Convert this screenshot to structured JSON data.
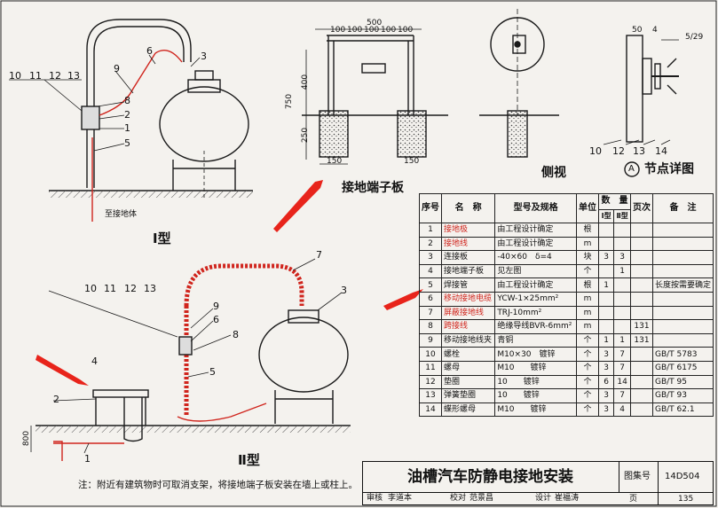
{
  "drawing": {
    "title": "油槽汽车防静电接地安装",
    "atlas_label": "图集号",
    "atlas_no": "14D504",
    "page_label": "页",
    "page_no": "135",
    "note": "注：附近有建筑物时可取消支架，将接地端子板安装在墙上或柱上。",
    "signatures": [
      "审核",
      "李道本",
      "",
      "校对",
      "范景昌",
      "",
      "设计",
      "崔福涛",
      ""
    ]
  },
  "labels": {
    "type1": "Ⅰ型",
    "type2": "Ⅱ型",
    "terminal_plate": "接地端子板",
    "side_view": "侧视",
    "detail_circle": "A",
    "detail": "节点详图",
    "main_ground": "至接地体",
    "dim_500": "500",
    "dim_100s": [
      "100",
      "100",
      "100",
      "100",
      "100"
    ],
    "dim_750": "750",
    "dim_400": "400",
    "dim_250": "250",
    "dim_150a": "150",
    "dim_150b": "150",
    "dim_800": "800",
    "dim_50_4": "50",
    "dim_4": "4",
    "ref_5_29": "5/29",
    "detail_nums": [
      "10",
      "12",
      "13",
      "14"
    ],
    "top_nums_1": [
      "10",
      "11",
      "12",
      "13"
    ],
    "top_nums_2": [
      "10",
      "11",
      "12",
      "13"
    ],
    "callouts_1": [
      "9",
      "6",
      "3",
      "8",
      "2",
      "1",
      "5"
    ],
    "callouts_2": [
      "7",
      "3",
      "9",
      "6",
      "8",
      "5",
      "4",
      "2",
      "1"
    ]
  },
  "table": {
    "headers": {
      "no": "序号",
      "name": "名　称",
      "spec": "型号及规格",
      "unit": "单位",
      "qty": "数　量",
      "qty1": "Ⅰ型",
      "qty2": "Ⅱ型",
      "page": "页次",
      "remark": "备　注"
    },
    "rows": [
      {
        "no": "1",
        "name": "接地极",
        "red": true,
        "spec": "由工程设计确定",
        "unit": "根",
        "q1": "",
        "q2": "",
        "page": "",
        "remark": ""
      },
      {
        "no": "2",
        "name": "接地线",
        "red": true,
        "spec": "由工程设计确定",
        "unit": "m",
        "q1": "",
        "q2": "",
        "page": "",
        "remark": ""
      },
      {
        "no": "3",
        "name": "连接板",
        "red": false,
        "spec": "-40×60　δ=4",
        "unit": "块",
        "q1": "3",
        "q2": "3",
        "page": "",
        "remark": ""
      },
      {
        "no": "4",
        "name": "接地端子板",
        "red": false,
        "spec": "见左图",
        "unit": "个",
        "q1": "",
        "q2": "1",
        "page": "",
        "remark": ""
      },
      {
        "no": "5",
        "name": "焊接管",
        "red": false,
        "spec": "由工程设计确定",
        "unit": "根",
        "q1": "1",
        "q2": "",
        "page": "",
        "remark": "长度按需要确定"
      },
      {
        "no": "6",
        "name": "移动接地电缆",
        "red": true,
        "spec": "YCW-1×25mm²",
        "unit": "m",
        "q1": "",
        "q2": "",
        "page": "",
        "remark": ""
      },
      {
        "no": "7",
        "name": "屏蔽接地线",
        "red": true,
        "spec": "TRJ-10mm²",
        "unit": "m",
        "q1": "",
        "q2": "",
        "page": "",
        "remark": ""
      },
      {
        "no": "8",
        "name": "跨接线",
        "red": true,
        "spec": "绝缘导线BVR-6mm²",
        "unit": "m",
        "q1": "",
        "q2": "",
        "page": "131",
        "remark": ""
      },
      {
        "no": "9",
        "name": "移动接地线夹",
        "red": false,
        "spec": "青铜",
        "unit": "个",
        "q1": "1",
        "q2": "1",
        "page": "131",
        "remark": ""
      },
      {
        "no": "10",
        "name": "螺栓",
        "red": false,
        "spec": "M10×30　镀锌",
        "unit": "个",
        "q1": "3",
        "q2": "7",
        "page": "",
        "remark": "GB/T 5783"
      },
      {
        "no": "11",
        "name": "螺母",
        "red": false,
        "spec": "M10　　镀锌",
        "unit": "个",
        "q1": "3",
        "q2": "7",
        "page": "",
        "remark": "GB/T 6175"
      },
      {
        "no": "12",
        "name": "垫圈",
        "red": false,
        "spec": "10　　镀锌",
        "unit": "个",
        "q1": "6",
        "q2": "14",
        "page": "",
        "remark": "GB/T 95"
      },
      {
        "no": "13",
        "name": "弹簧垫圈",
        "red": false,
        "spec": "10　　镀锌",
        "unit": "个",
        "q1": "3",
        "q2": "7",
        "page": "",
        "remark": "GB/T 93"
      },
      {
        "no": "14",
        "name": "蝶形螺母",
        "red": false,
        "spec": "M10　　镀锌",
        "unit": "个",
        "q1": "3",
        "q2": "4",
        "page": "",
        "remark": "GB/T 62.1"
      }
    ]
  },
  "colors": {
    "ink": "#1a1a1a",
    "red": "#d0251d",
    "hatch": "#555555",
    "paper": "#f4f2ee"
  }
}
